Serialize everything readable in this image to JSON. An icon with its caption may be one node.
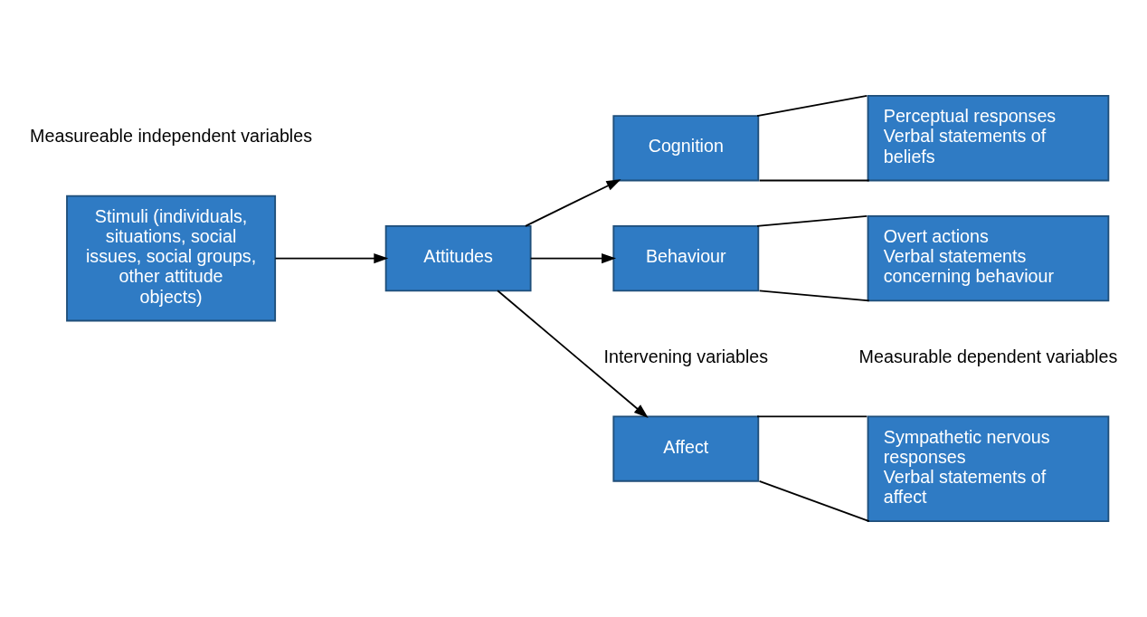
{
  "diagram": {
    "nodes": [
      {
        "text": [
          "Stimuli (individuals, situations, social issues, social groups, other attitude objects)"
        ]
      },
      {
        "text": [
          "Attitudes"
        ]
      },
      {
        "text": [
          "Affect"
        ]
      },
      {
        "text": [
          "Cognition"
        ]
      },
      {
        "text": [
          "Behaviour"
        ]
      },
      {
        "text": [
          "Sympathetic nervous responses",
          "Verbal statements of affect"
        ]
      },
      {
        "text": [
          "Perceptual responses",
          "Verbal statements of beliefs"
        ]
      },
      {
        "text": [
          "Overt actions",
          "Verbal statements concerning behaviour"
        ]
      }
    ],
    "edges": [
      {
        "from": 0,
        "to": 1,
        "arrow": "to"
      },
      {
        "from": 1,
        "to": 2,
        "arrow": "to"
      },
      {
        "from": 1,
        "to": 3,
        "arrow": "to"
      },
      {
        "from": 1,
        "to": 4,
        "arrow": "to"
      },
      {
        "from": 2,
        "to": 5,
        "arrow": "none"
      },
      {
        "from": 2,
        "to": 5,
        "arrow": "none"
      },
      {
        "from": 3,
        "to": 6,
        "arrow": "none"
      },
      {
        "from": 3,
        "to": 6,
        "arrow": "none"
      },
      {
        "from": 4,
        "to": 7,
        "arrow": "none"
      },
      {
        "from": 4,
        "to": 7,
        "arrow": "none"
      }
    ],
    "labels": [
      "Measureable independent variables",
      "Intervening variables",
      "Measurable dependent variables"
    ]
  }
}
